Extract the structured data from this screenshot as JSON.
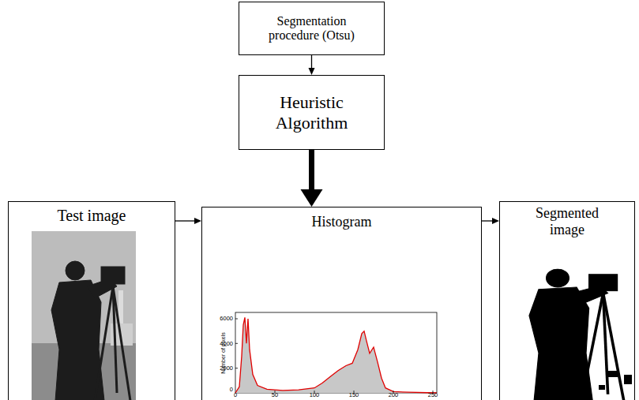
{
  "diagram": {
    "nodes": [
      {
        "text": [
          "Segmentation procedure (Otsu)"
        ]
      },
      {
        "text": [
          "Heuristic Algorithm"
        ]
      },
      {
        "text": [
          "Test image"
        ]
      },
      {
        "text": [
          "Histogram"
        ]
      },
      {
        "text": [
          "Segmented image"
        ]
      }
    ],
    "edges": [
      {
        "from": 0,
        "to": 1,
        "arrow": "to"
      },
      {
        "from": 1,
        "to": 3,
        "arrow": "to"
      },
      {
        "from": 2,
        "to": 3,
        "arrow": "to"
      },
      {
        "from": 3,
        "to": 4,
        "arrow": "to"
      }
    ],
    "labels": [
      "6000",
      "4000",
      "2000",
      "0",
      "0",
      "50",
      "100",
      "150",
      "200",
      "250",
      "Number of pixels"
    ]
  }
}
